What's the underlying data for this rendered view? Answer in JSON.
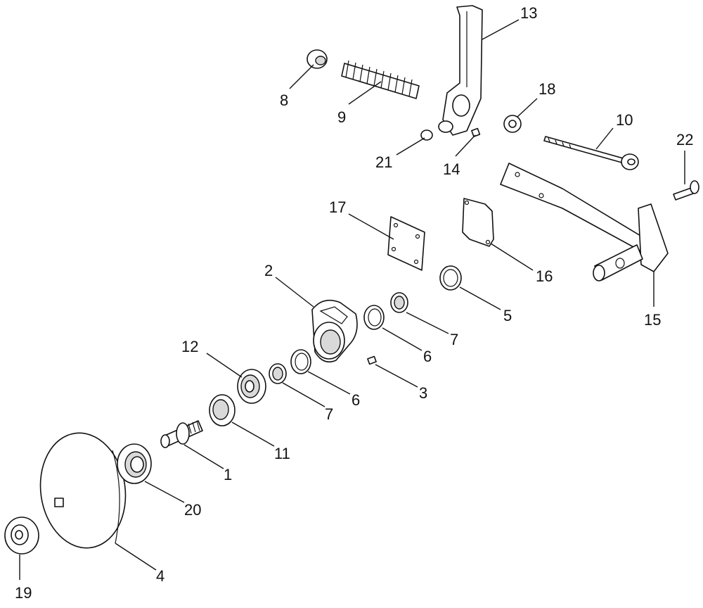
{
  "diagram": {
    "callouts": [
      {
        "id": "c1",
        "label": "1"
      },
      {
        "id": "c2",
        "label": "2"
      },
      {
        "id": "c3",
        "label": "3"
      },
      {
        "id": "c4",
        "label": "4"
      },
      {
        "id": "c5",
        "label": "5"
      },
      {
        "id": "c6a",
        "label": "6"
      },
      {
        "id": "c6b",
        "label": "6"
      },
      {
        "id": "c7a",
        "label": "7"
      },
      {
        "id": "c7b",
        "label": "7"
      },
      {
        "id": "c8",
        "label": "8"
      },
      {
        "id": "c9",
        "label": "9"
      },
      {
        "id": "c10",
        "label": "10"
      },
      {
        "id": "c11",
        "label": "11"
      },
      {
        "id": "c12",
        "label": "12"
      },
      {
        "id": "c13",
        "label": "13"
      },
      {
        "id": "c14",
        "label": "14"
      },
      {
        "id": "c15",
        "label": "15"
      },
      {
        "id": "c16",
        "label": "16"
      },
      {
        "id": "c17",
        "label": "17"
      },
      {
        "id": "c18",
        "label": "18"
      },
      {
        "id": "c19",
        "label": "19"
      },
      {
        "id": "c20",
        "label": "20"
      },
      {
        "id": "c21",
        "label": "21"
      },
      {
        "id": "c22",
        "label": "22"
      }
    ]
  }
}
